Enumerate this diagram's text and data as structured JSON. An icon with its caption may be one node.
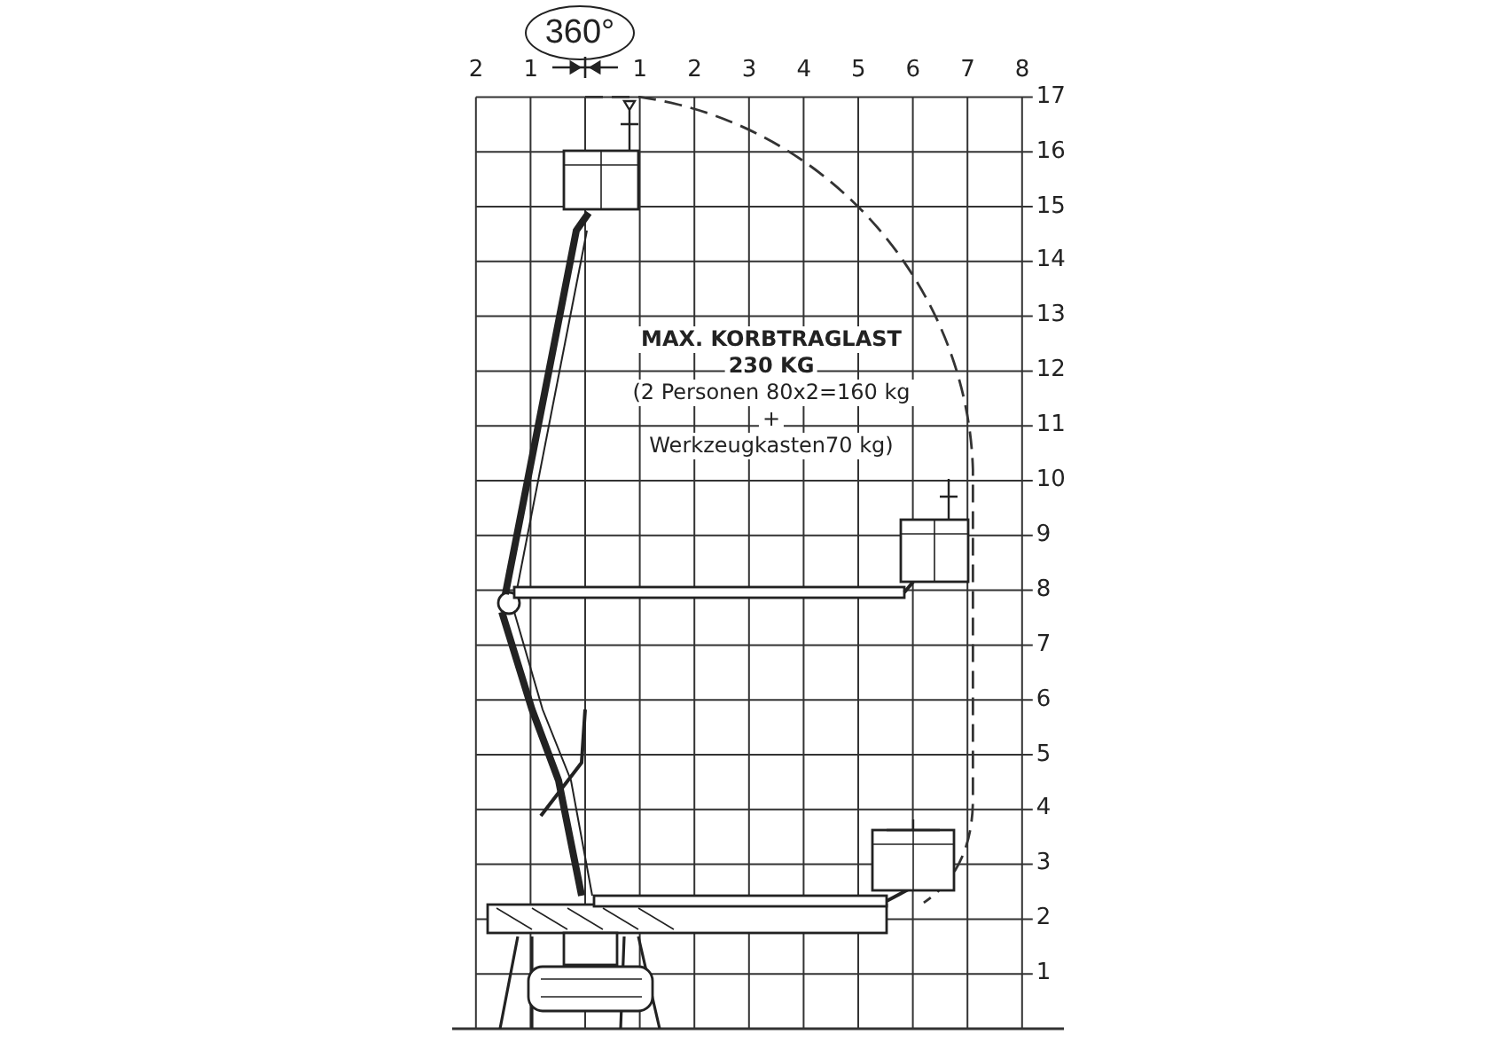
{
  "diagram": {
    "nodes": [
      {
        "text": [
          "360°"
        ]
      }
    ],
    "labels": [
      "2",
      "1",
      "1",
      "2",
      "3",
      "4",
      "5",
      "6",
      "7",
      "8",
      "17",
      "16",
      "15",
      "14",
      "13",
      "12",
      "11",
      "10",
      "9",
      "8",
      "7",
      "6",
      "5",
      "4",
      "3",
      "2",
      "1",
      "MAX. KORBTRAGLAST",
      "230 KG",
      "(2 Personen 80x2=160 kg",
      "+",
      "Werkzeugkasten70 kg)"
    ]
  }
}
